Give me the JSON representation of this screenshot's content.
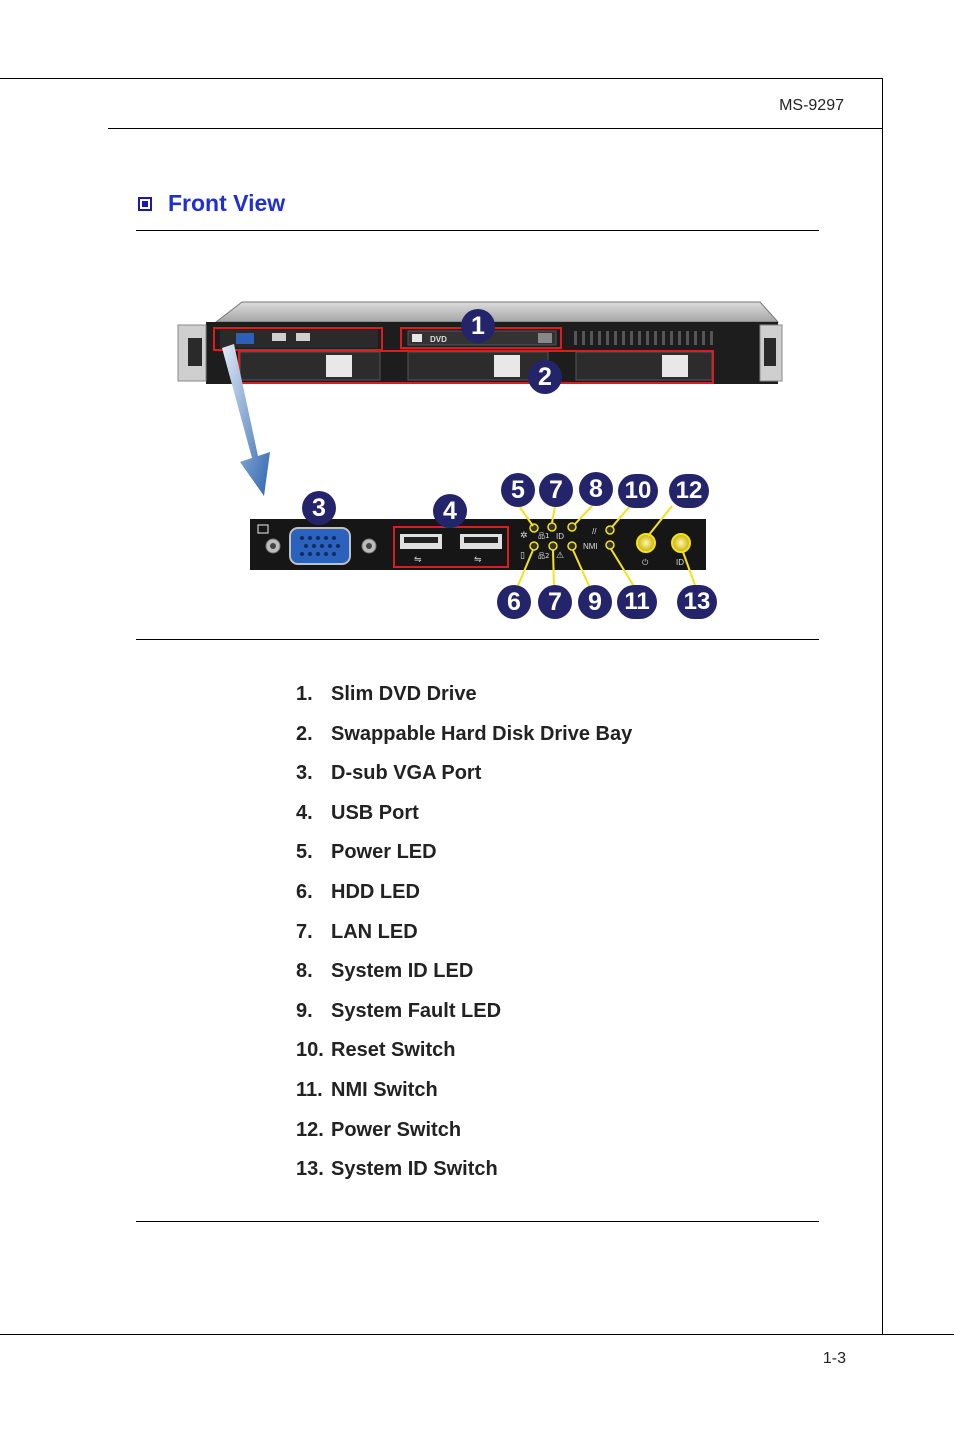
{
  "header": {
    "model": "MS-9297"
  },
  "section": {
    "title": "Front View"
  },
  "figure": {
    "callouts_top": [
      "1",
      "2"
    ],
    "callouts_detail_top": [
      "3",
      "4",
      "5",
      "7",
      "8",
      "10",
      "12"
    ],
    "callouts_detail_bottom": [
      "6",
      "7",
      "9",
      "11",
      "13"
    ],
    "panel_labels": {
      "id": "ID",
      "nmi": "NMI",
      "id_button": "ID",
      "dvd": "DVD"
    }
  },
  "items": [
    {
      "num": "1.",
      "label": "Slim DVD Drive"
    },
    {
      "num": "2.",
      "label": "Swappable Hard Disk Drive Bay"
    },
    {
      "num": "3.",
      "label": "D-sub VGA Port"
    },
    {
      "num": "4.",
      "label": "USB Port"
    },
    {
      "num": "5.",
      "label": "Power LED"
    },
    {
      "num": "6.",
      "label": "HDD LED"
    },
    {
      "num": "7.",
      "label": "LAN LED"
    },
    {
      "num": "8.",
      "label": "System ID LED"
    },
    {
      "num": "9.",
      "label": "System Fault LED"
    },
    {
      "num": "10.",
      "label": "Reset Switch"
    },
    {
      "num": "11.",
      "label": "NMI Switch"
    },
    {
      "num": "12.",
      "label": "Power Switch"
    },
    {
      "num": "13.",
      "label": "System ID Switch"
    }
  ],
  "footer": {
    "page": "1-3"
  },
  "colors": {
    "accent": "#1f2fd6",
    "callout": "#24246a",
    "highlight": "#d81e1e",
    "led": "#f3e21c"
  }
}
